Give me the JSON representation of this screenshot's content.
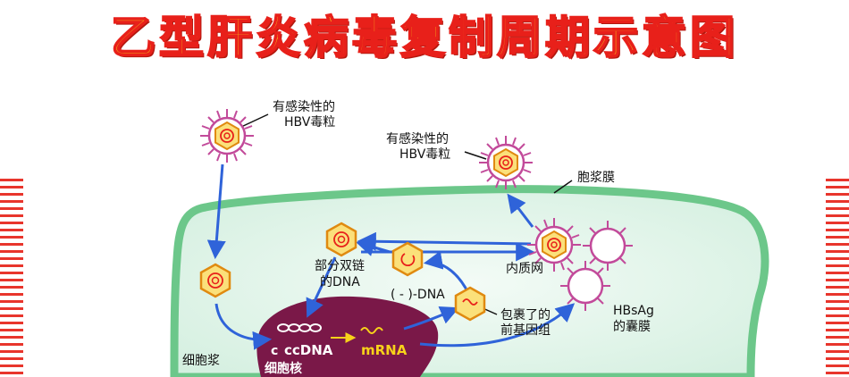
{
  "title": "乙型肝炎病毒复制周期示意图",
  "labels": {
    "virion_in_line1": "有感染性的",
    "virion_in_line2": "HBV毒粒",
    "virion_out_line1": "有感染性的",
    "virion_out_line2": "HBV毒粒",
    "plasma_membrane": "胞浆膜",
    "partial_ds_line1": "部分双链",
    "partial_ds_line2": "的DNA",
    "minus_dna": "( - )-DNA",
    "er": "内质网",
    "packaged_line1": "包裹了的",
    "packaged_line2": "前基因组",
    "hbsag_line1": "HBsAg",
    "hbsag_line2": "的囊膜",
    "cytoplasm": "细胞浆",
    "nucleus": "细胞核",
    "c_prefix": "c",
    "cccdna": "ccDNA",
    "mrna": "mRNA"
  },
  "colors": {
    "cell_border": "#6cc78a",
    "cell_fill": "#e4f5ec",
    "nucleus": "#7a1848",
    "arrow": "#2f63d9",
    "virion_spike": "#c24a9a",
    "capsid": "#f2a51c",
    "title_fill": "#f7d21a",
    "title_stroke": "#e8201a"
  }
}
